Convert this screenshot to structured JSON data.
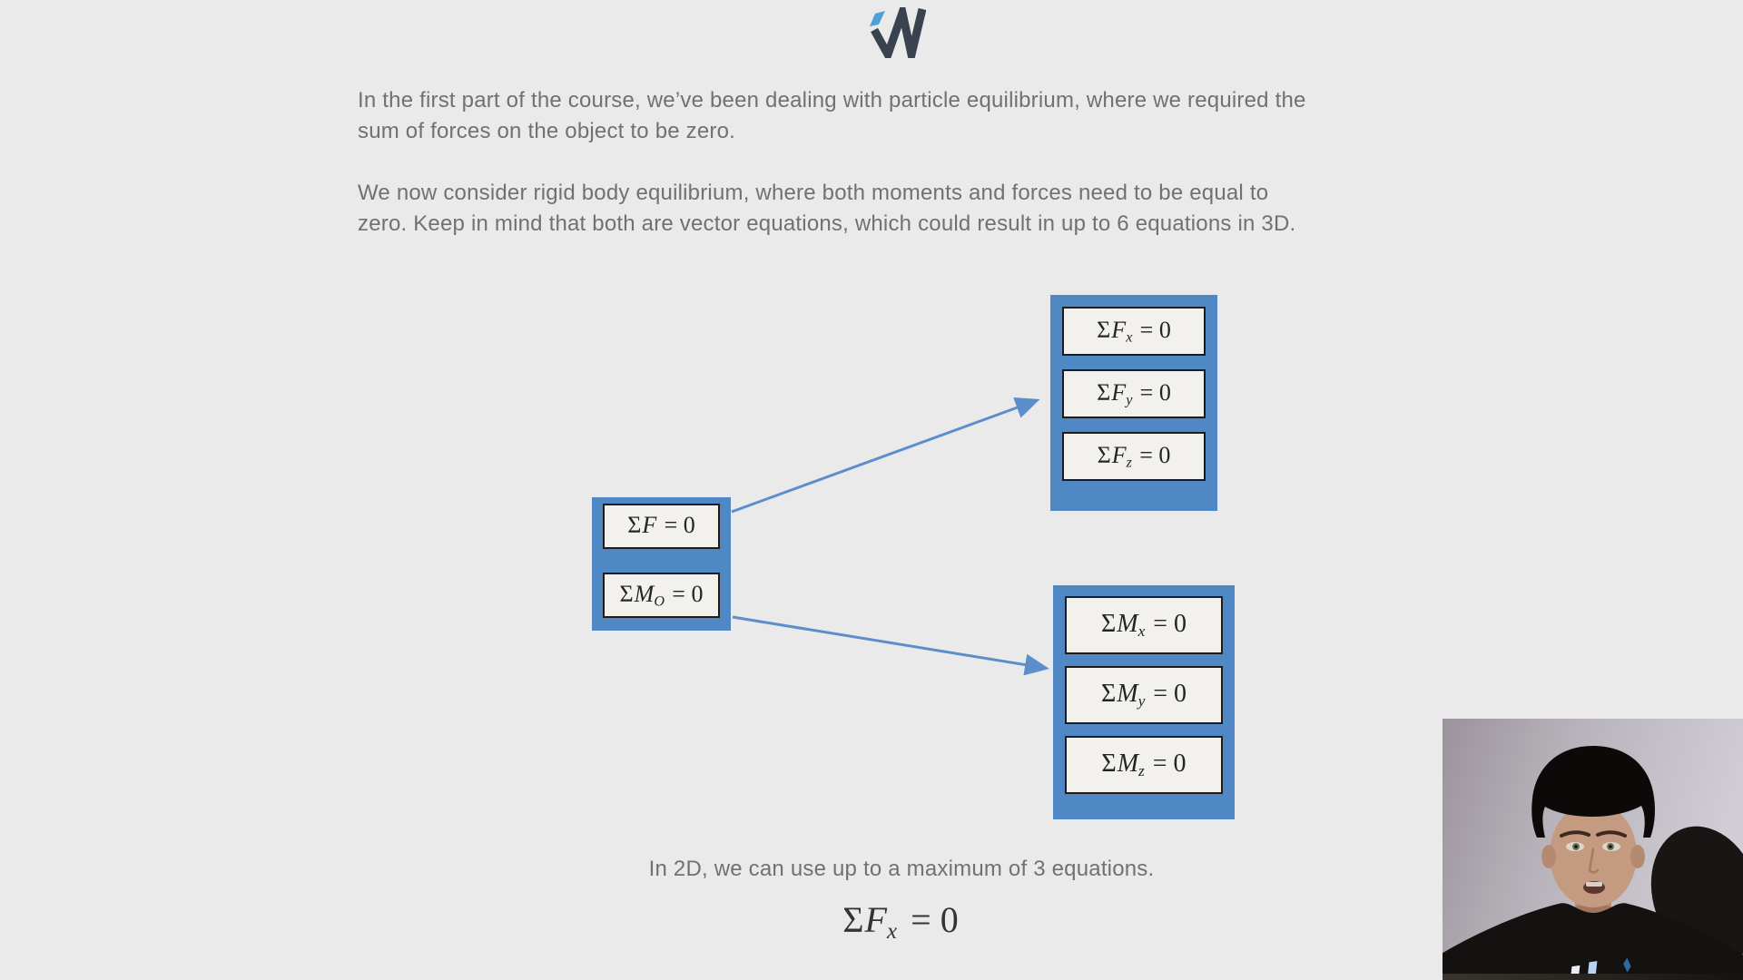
{
  "colors": {
    "page_background": "#eaeaea",
    "panel_blue": "#4f88c5",
    "arrow_blue": "#5b8ecb",
    "equation_box_bg": "#f2f1ee",
    "equation_box_border": "#1c1c1c",
    "body_text_gray": "#717171",
    "math_text_dark": "#2e2e2e",
    "logo_dark": "#39424e",
    "logo_blue": "#4da0dc"
  },
  "intro": {
    "paragraphs": [
      {
        "lines": [
          "In the first part of the course, we’ve been dealing with particle equilibrium, where we required the",
          "sum of forces on the object to be zero."
        ]
      },
      {
        "lines": [
          "We now consider rigid body equilibrium, where both moments and forces need to be equal to",
          "zero. Keep in mind that both are vector equations, which could result in up to 6 equations in 3D."
        ]
      }
    ]
  },
  "diagram": {
    "root_group": {
      "equations": [
        {
          "sigma": "Σ",
          "var": "F",
          "sub": "",
          "rhs": "= 0"
        },
        {
          "sigma": "Σ",
          "var": "M",
          "sub": "O",
          "rhs": "= 0"
        }
      ]
    },
    "force_group": {
      "equations": [
        {
          "sigma": "Σ",
          "var": "F",
          "sub": "x",
          "rhs": "= 0"
        },
        {
          "sigma": "Σ",
          "var": "F",
          "sub": "y",
          "rhs": "= 0"
        },
        {
          "sigma": "Σ",
          "var": "F",
          "sub": "z",
          "rhs": "= 0"
        }
      ]
    },
    "moment_group": {
      "equations": [
        {
          "sigma": "Σ",
          "var": "M",
          "sub": "x",
          "rhs": "= 0"
        },
        {
          "sigma": "Σ",
          "var": "M",
          "sub": "y",
          "rhs": "= 0"
        },
        {
          "sigma": "Σ",
          "var": "M",
          "sub": "z",
          "rhs": "= 0"
        }
      ]
    }
  },
  "caption": "In 2D, we can use up to a maximum of 3 equations.",
  "big_equation": {
    "sigma": "Σ",
    "var": "F",
    "sub": "x",
    "rhs": "= 0"
  }
}
